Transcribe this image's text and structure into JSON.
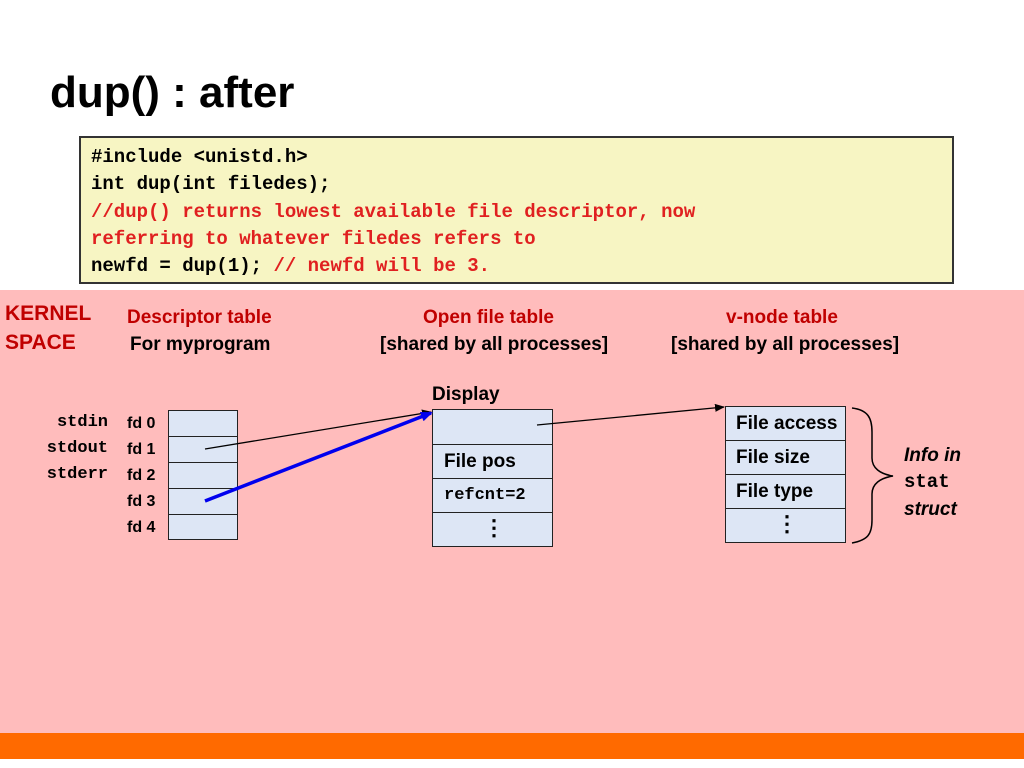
{
  "slide": {
    "title": "dup() : after",
    "code": [
      {
        "parts": [
          {
            "text": "#include <unistd.h>",
            "color": "black"
          }
        ]
      },
      {
        "parts": [
          {
            "text": "int dup(int filedes);",
            "color": "black"
          }
        ]
      },
      {
        "parts": [
          {
            "text": "//dup() returns lowest available file descriptor, now",
            "color": "red"
          }
        ]
      },
      {
        "parts": [
          {
            "text": "referring to whatever filedes refers to",
            "color": "red"
          }
        ]
      },
      {
        "parts": [
          {
            "text": "newfd = dup(1); ",
            "color": "black"
          },
          {
            "text": "// newfd will be 3.",
            "color": "red"
          }
        ]
      }
    ],
    "kernel_label": [
      "KERNEL",
      "SPACE"
    ],
    "descriptor_table": {
      "title": "Descriptor table",
      "subtitle": "For myprogram",
      "streams": [
        "stdin",
        "stdout",
        "stderr"
      ],
      "fds": [
        "fd 0",
        "fd 1",
        "fd 2",
        "fd 3",
        "fd 4"
      ]
    },
    "open_file_table": {
      "title": "Open file table",
      "subtitle": "[shared by all processes]",
      "entry_label": "Display",
      "fields": [
        "",
        "File pos",
        "refcnt=2",
        "⋮"
      ]
    },
    "vnode_table": {
      "title": "v-node table",
      "subtitle": "[shared by all processes]",
      "fields": [
        "File access",
        "File size",
        "File type",
        "⋮"
      ]
    },
    "info": {
      "line1": "Info in",
      "line2": "stat",
      "line3": "struct"
    },
    "colors": {
      "code_bg": "#f7f5c3",
      "kernel_bg": "#ffbcbc",
      "bar": "#ff6a00",
      "header_red": "#c00000",
      "code_red": "#e02020",
      "cell_fill": "#dde6f5",
      "dup_arrow": "#0000ee"
    }
  }
}
